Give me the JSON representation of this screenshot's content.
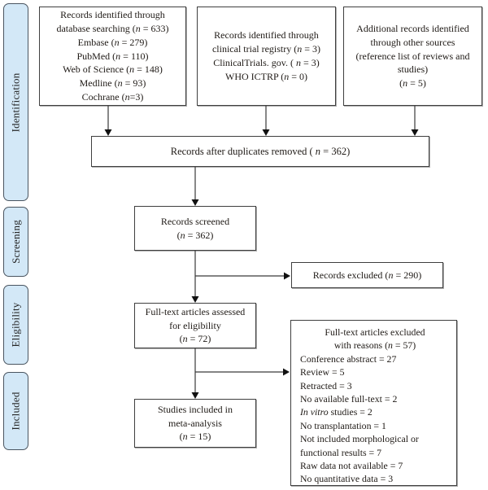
{
  "figure": {
    "type": "prisma-flow-diagram"
  },
  "colors": {
    "sidebar_fill": "#d3e8f7",
    "box_border": "#3f3f3f",
    "line_color": "#3a3a3a",
    "text_color": "#1f1a16"
  },
  "sidebar": {
    "items": [
      {
        "label": "Identification"
      },
      {
        "label": "Screening"
      },
      {
        "label": "Eligibility"
      },
      {
        "label": "Included"
      }
    ]
  },
  "boxes": {
    "db_search": {
      "lines": [
        "Records identified through",
        "database searching (*n* = 633)",
        "Embase (*n* = 279)",
        "PubMed (*n* = 110)",
        "Web of Science (*n* = 148)",
        "Medline (*n* = 93)",
        "Cochrane (*n*=3)"
      ]
    },
    "registry": {
      "lines": [
        "Records identified through",
        "clinical trial registry (*n* = 3)",
        "ClinicalTrials. gov. ( *n* = 3)",
        "WHO ICTRP (*n* = 0)"
      ]
    },
    "other_sources": {
      "lines": [
        "Additional records identified",
        "through other sources",
        "(reference list of reviews and",
        "studies)",
        "(*n* = 5)"
      ]
    },
    "duplicates_removed": {
      "lines": [
        "Records after duplicates removed ( *n* = 362)"
      ]
    },
    "screened": {
      "lines": [
        "Records screened",
        "(*n* = 362)"
      ]
    },
    "records_excluded": {
      "lines": [
        "Records excluded (*n* = 290)"
      ]
    },
    "fulltext_assessed": {
      "lines": [
        "Full-text articles assessed",
        "for eligibility",
        "(*n* = 72)"
      ]
    },
    "fulltext_excluded": {
      "header_lines": [
        "Full-text articles excluded",
        "with reasons (*n* = 57)"
      ],
      "reasons": [
        "Conference abstract = 27",
        "Review = 5",
        "Retracted = 3",
        "No available full-text = 2",
        "*In vitro* studies = 2",
        "No transplantation = 1",
        "Not included morphological or functional results = 7",
        "Raw data not available = 7",
        "No quantitative data = 3"
      ]
    },
    "included_meta": {
      "lines": [
        "Studies included in",
        "meta-analysis",
        "(*n* = 15)"
      ]
    }
  }
}
